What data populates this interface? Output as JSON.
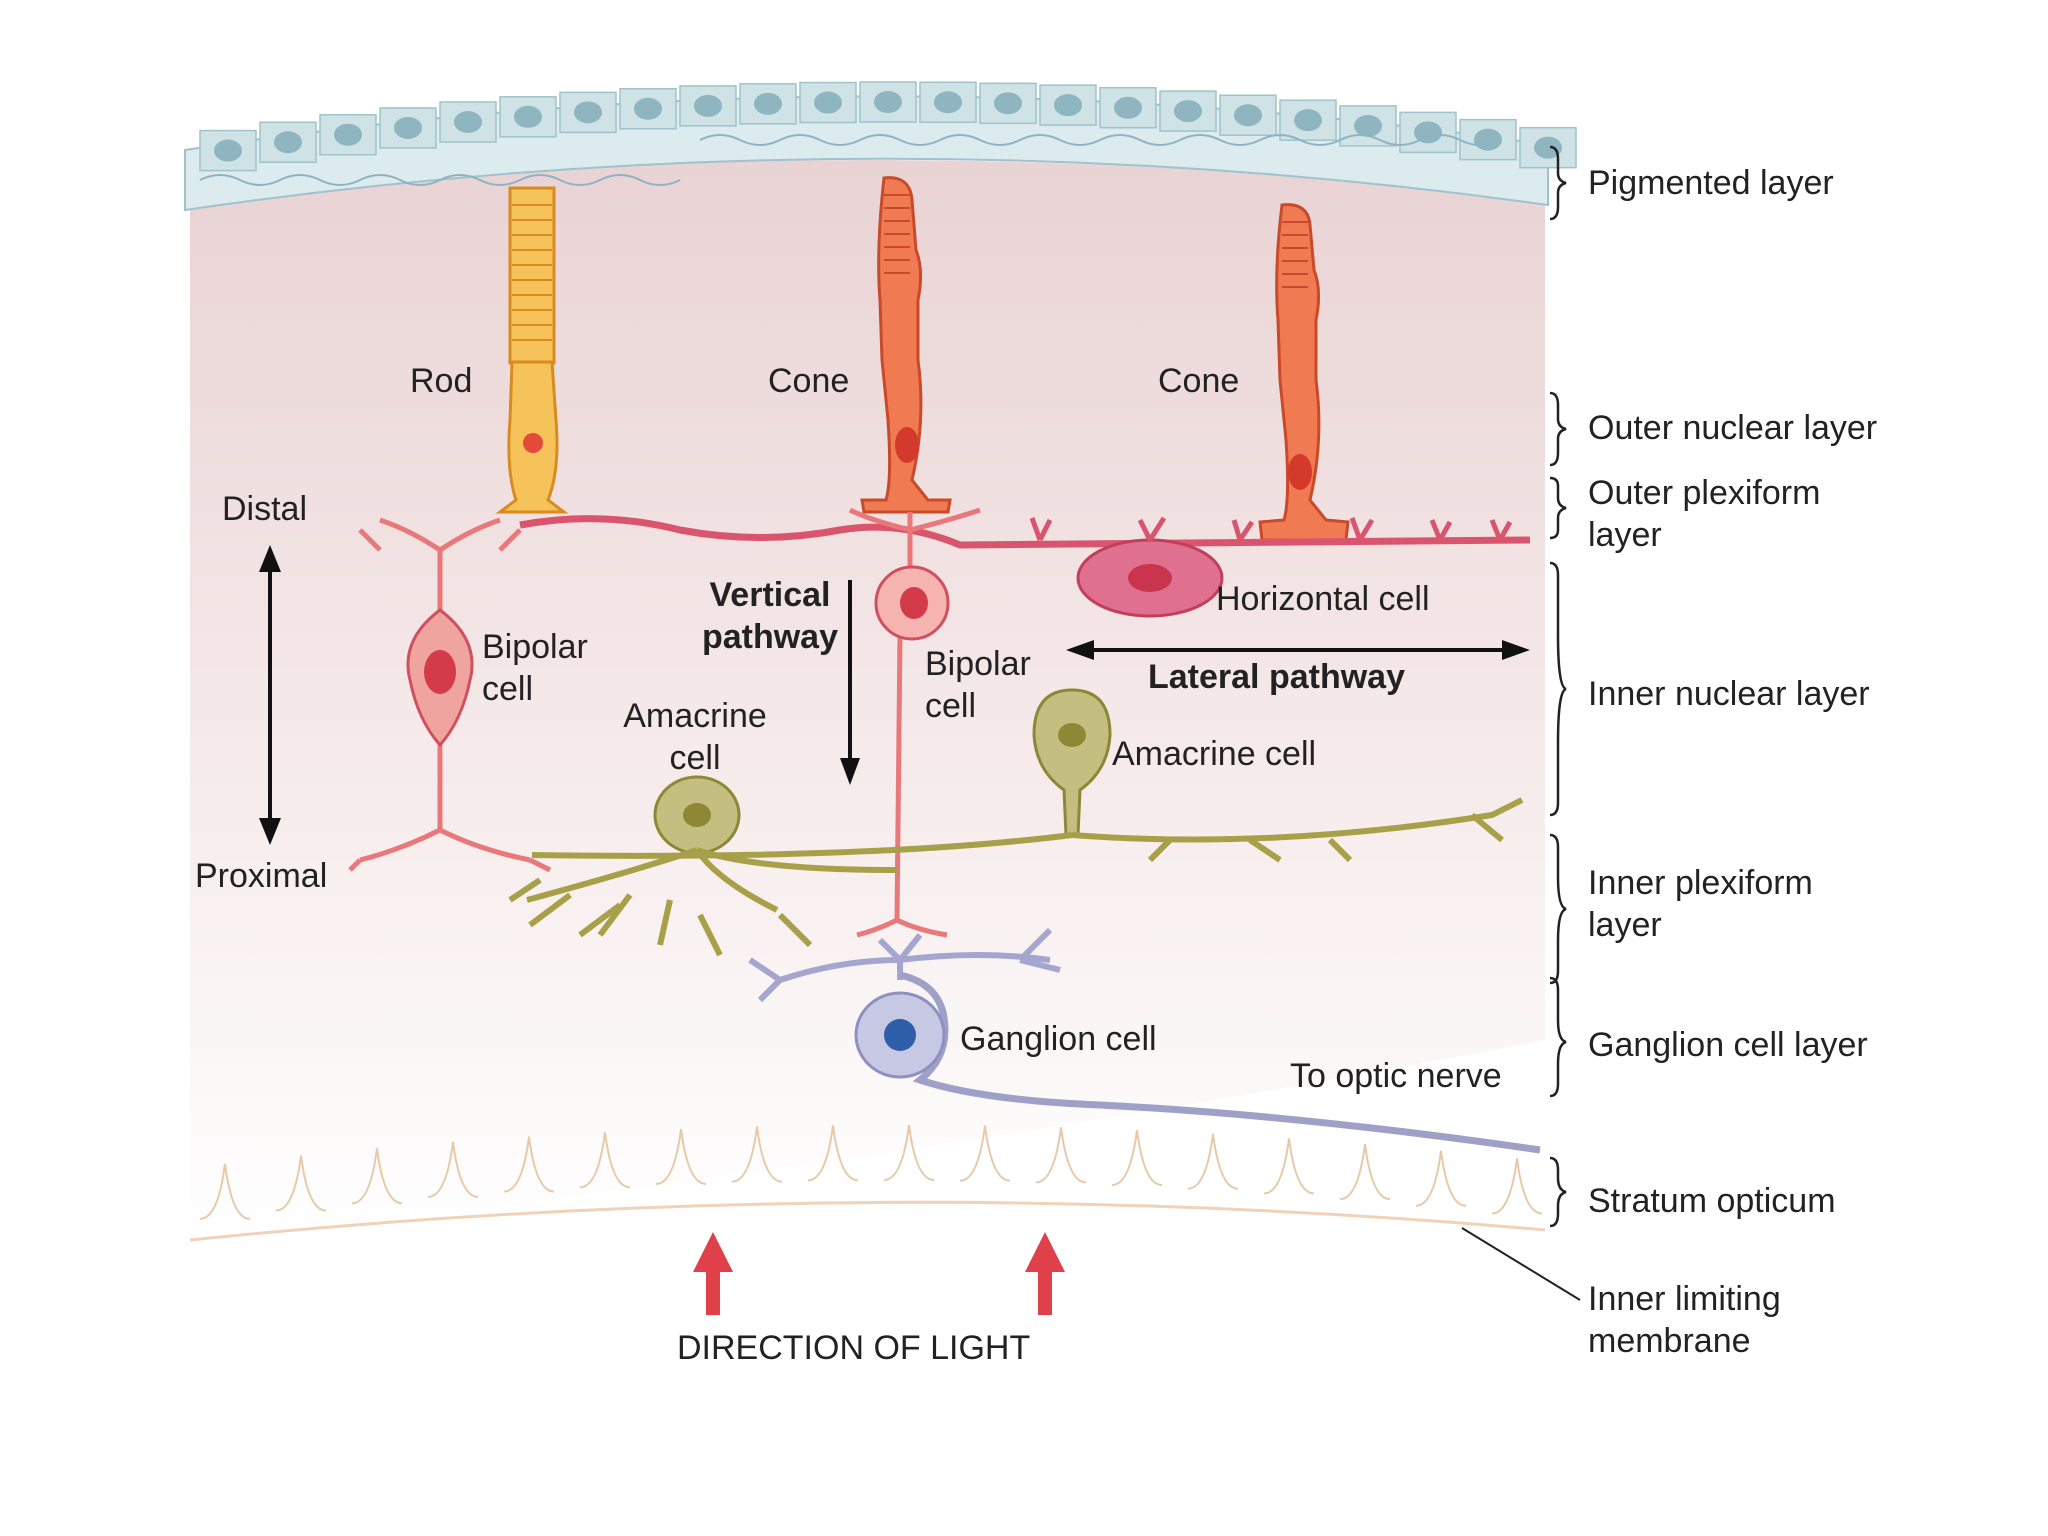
{
  "cells": {
    "rod": "Rod",
    "cone_1": "Cone",
    "cone_2": "Cone",
    "bipolar_left": "Bipolar\ncell",
    "bipolar_center": "Bipolar\ncell",
    "horizontal": "Horizontal cell",
    "amacrine_left": "Amacrine\ncell",
    "amacrine_right": "Amacrine cell",
    "ganglion": "Ganglion cell"
  },
  "pathways": {
    "vertical": "Vertical\npathway",
    "lateral": "Lateral pathway"
  },
  "orientation": {
    "distal": "Distal",
    "proximal": "Proximal"
  },
  "optic_nerve": "To optic nerve",
  "light": "DIRECTION OF LIGHT",
  "layers": [
    "Pigmented layer",
    "Outer nuclear layer",
    "Outer plexiform\nlayer",
    "Inner nuclear layer",
    "Inner plexiform\nlayer",
    "Ganglion cell layer",
    "Stratum opticum",
    "Inner limiting\nmembrane"
  ],
  "colors": {
    "rod": "#f2a93b",
    "cone": "#ef6c4a",
    "bipolar": "#e8787a",
    "horizontal": "#d9556e",
    "amacrine": "#a8a048",
    "ganglion": "#9ea0c8",
    "arrow_light": "#e0404a",
    "background_tint": "#f2dfe0"
  }
}
